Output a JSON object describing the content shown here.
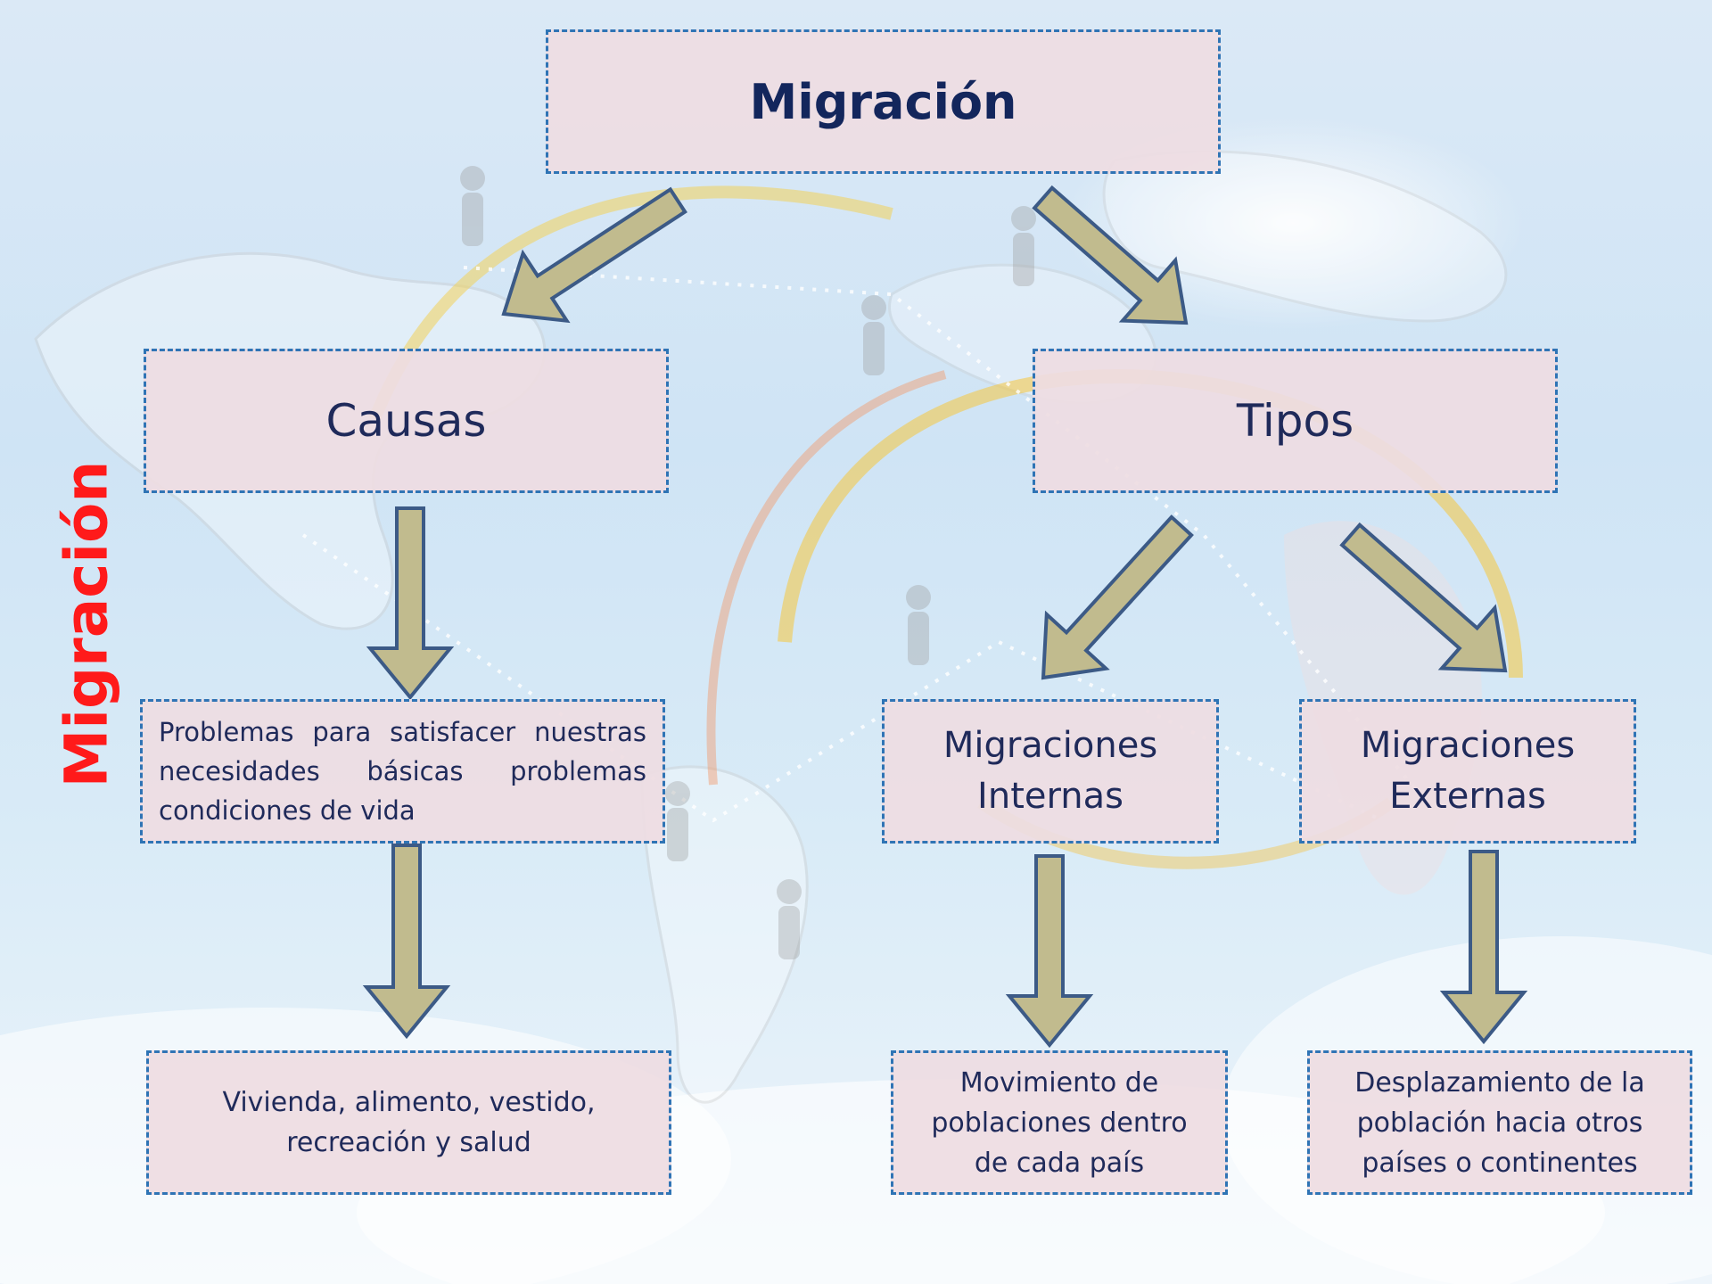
{
  "diagram": {
    "root": "Migración",
    "side_title": "Migración",
    "causas": "Causas",
    "tipos": "Tipos",
    "problemas": "Problemas para satisfacer nuestras necesidades básicas problemas condiciones de vida",
    "vivienda": [
      "Vivienda, alimento, vestido,",
      "recreación y salud"
    ],
    "internas": [
      "Migraciones",
      "Internas"
    ],
    "externas": [
      "Migraciones",
      "Externas"
    ],
    "movimiento": [
      "Movimiento de",
      "poblaciones dentro",
      "de cada país"
    ],
    "desplazamiento": [
      "Desplazamiento de la",
      "población hacia otros",
      "países o continentes"
    ]
  },
  "colors": {
    "box_fill": "#eeddE2",
    "box_border": "#2f74b5",
    "arrow_fill": "#c1bb8e",
    "arrow_stroke": "#3c5a86",
    "text": "#1f2a5a",
    "side_title": "#ff1a1a"
  }
}
